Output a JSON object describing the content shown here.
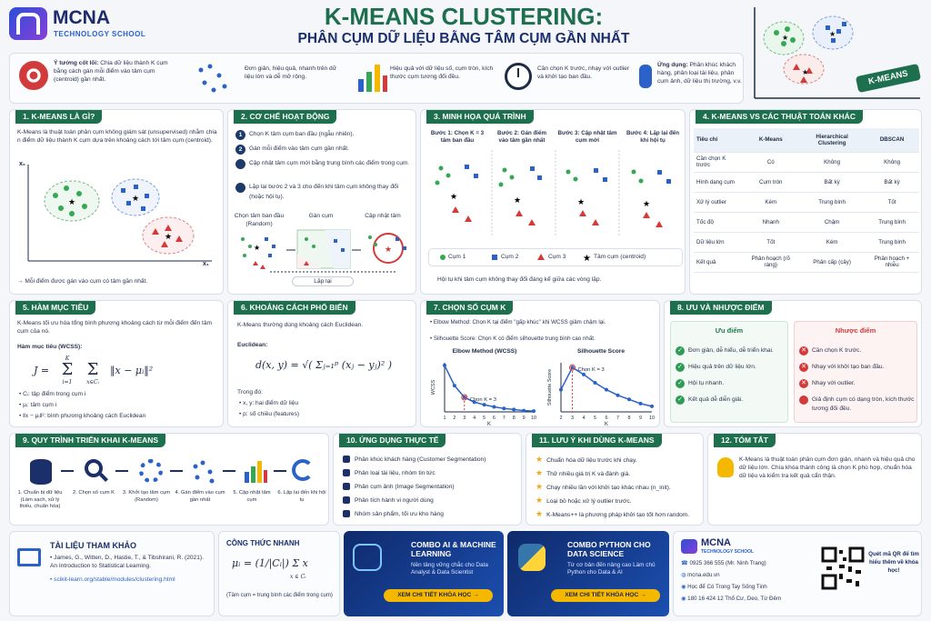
{
  "header": {
    "brand_name": "MCNA",
    "brand_sub": "TECHNOLOGY SCHOOL",
    "title": "K-MEANS CLUSTERING:",
    "subtitle": "PHÂN CỤM DỮ LIỆU BẰNG TÂM CỤM GẦN NHẤT",
    "corner_label": "K-MEANS"
  },
  "intro": [
    {
      "label": "Ý tưởng cốt lõi:",
      "text": "Chia dữ liệu thành K cụm bằng cách gán mỗi điểm vào tâm cụm (centroid) gần nhất."
    },
    {
      "label": "",
      "text": "Đơn giản, hiệu quả, nhanh trên dữ liệu lớn và dễ mở rộng."
    },
    {
      "label": "",
      "text": "Hiệu quả với dữ liệu số, cụm tròn, kích thước cụm tương đối đều."
    },
    {
      "label": "",
      "text": "Cần chọn K trước, nhạy với outlier và khởi tạo ban đầu."
    },
    {
      "label": "Ứng dụng:",
      "text": "Phân khúc khách hàng, phân loại tài liệu, phân cụm ảnh, dữ liệu thị trường, v.v."
    }
  ],
  "s1": {
    "title": "1. K-MEANS LÀ GÌ?",
    "text": "K-Means là thuật toán phân cụm không giám sát (unsupervised) nhằm chia n điểm dữ liệu thành K cụm dựa trên khoảng cách tới tâm cụm (centroid).",
    "x_axis": "x₁",
    "y_axis": "x₂",
    "note": "→  Mỗi điểm được gán vào cụm có tâm gần nhất."
  },
  "s2": {
    "title": "2. CƠ CHẾ HOẠT ĐỘNG",
    "steps": [
      "Chọn K tâm cụm ban đầu (ngẫu nhiên).",
      "Gán mỗi điểm vào tâm cụm gần nhất.",
      "Cập nhật tâm cụm mới bằng trung bình các điểm trong cụm.",
      "Lặp lại bước 2 và 3 cho đến khi tâm cụm không thay đổi (hoặc hội tụ)."
    ],
    "nums": [
      "1",
      "2",
      "3",
      "4"
    ],
    "fig_labels": [
      "Chọn tâm ban đầu (Random)",
      "Gán cụm",
      "Cập nhật tâm"
    ],
    "loop": "Lặp lại"
  },
  "s3": {
    "title": "3. MINH HỌA QUÁ TRÌNH",
    "steps": [
      "Bước 1: Chọn K = 3 tâm ban đầu",
      "Bước 2: Gán điểm vào tâm gần nhất",
      "Bước 3: Cập nhật tâm cụm mới",
      "Bước 4: Lặp lại đến khi hội tụ"
    ],
    "legend": [
      "Cụm 1",
      "Cụm 2",
      "Cụm 3",
      "Tâm cụm (centroid)"
    ],
    "note": "Hội tụ khi tâm cụm không thay đổi đáng kể giữa các vòng lặp."
  },
  "s4": {
    "title": "4. K-MEANS VS CÁC THUẬT TOÁN KHÁC",
    "headers": [
      "Tiêu chí",
      "K-Means",
      "Hierarchical Clustering",
      "DBSCAN"
    ],
    "rows": [
      [
        "Cần chọn K trước",
        "Có",
        "Không",
        "Không"
      ],
      [
        "Hình dạng cụm",
        "Cụm tròn",
        "Bất kỳ",
        "Bất kỳ"
      ],
      [
        "Xử lý outlier",
        "Kém",
        "Trung bình",
        "Tốt"
      ],
      [
        "Tốc độ",
        "Nhanh",
        "Chậm",
        "Trung bình"
      ],
      [
        "Dữ liệu lớn",
        "Tốt",
        "Kém",
        "Trung bình"
      ],
      [
        "Kết quả",
        "Phân hoạch (rõ ràng)",
        "Phân cấp (cây)",
        "Phân hoạch + nhiễu"
      ]
    ]
  },
  "s5": {
    "title": "5. HÀM MỤC TIÊU",
    "text": "K-Means tối ưu hóa tổng bình phương khoảng cách từ mỗi điểm đến tâm cụm của nó.",
    "label": "Hàm mục tiêu (WCSS):",
    "formula_lhs": "J =",
    "formula_rhs": "‖x − μᵢ‖²",
    "sum_outer_top": "K",
    "sum_outer_bot": "i=1",
    "sum_inner_bot": "x∈Cᵢ",
    "bullets": [
      "Cᵢ: tập điểm trong cụm i",
      "μᵢ: tâm cụm i",
      "‖x − μᵢ‖²: bình phương khoảng cách Euclidean"
    ]
  },
  "s6": {
    "title": "6. KHOẢNG CÁCH PHỔ BIẾN",
    "text": "K-Means thường dùng khoảng cách Euclidean.",
    "label": "Euclidean:",
    "formula": "d(x, y) = √( Σⱼ₌₁ᵖ (xⱼ − yⱼ)² )",
    "where": "Trong đó:",
    "bullets": [
      "x, y: hai điểm dữ liệu",
      "p: số chiều (features)"
    ]
  },
  "s7": {
    "title": "7. CHỌN SỐ CỤM K",
    "bullets": [
      "Elbow Method: Chọn K tại điểm \"gấp khúc\" khi WCSS giảm chậm lại.",
      "Silhouette Score: Chọn K có điểm silhouette trung bình cao nhất."
    ],
    "elbow": {
      "title": "Elbow Method (WCSS)",
      "ylabel": "WCSS",
      "xlabel": "K",
      "annot": "Chọn K = 3"
    },
    "sil": {
      "title": "Silhouette Score",
      "ylabel": "Silhouette Score",
      "xlabel": "K",
      "annot": "Chọn K = 3"
    }
  },
  "chart_data": [
    {
      "type": "line",
      "title": "Elbow Method (WCSS)",
      "xlabel": "K",
      "ylabel": "WCSS",
      "x": [
        1,
        2,
        3,
        4,
        5,
        6,
        7,
        8,
        9,
        10
      ],
      "values": [
        100,
        62,
        40,
        31,
        26,
        22,
        19,
        17,
        15,
        14
      ]
    },
    {
      "type": "line",
      "title": "Silhouette Score",
      "xlabel": "K",
      "ylabel": "Silhouette Score",
      "x": [
        2,
        3,
        4,
        5,
        6,
        7,
        8,
        9,
        10
      ],
      "values": [
        0.52,
        0.68,
        0.63,
        0.57,
        0.52,
        0.48,
        0.45,
        0.42,
        0.4
      ]
    }
  ],
  "s8": {
    "title": "8. ƯU VÀ NHƯỢC ĐIỂM",
    "pros_title": "Ưu điểm",
    "cons_title": "Nhược điểm",
    "pros": [
      "Đơn giản, dễ hiểu, dễ triển khai.",
      "Hiệu quả trên dữ liệu lớn.",
      "Hội tụ nhanh.",
      "Kết quả dễ diễn giải."
    ],
    "cons": [
      "Cần chọn K trước.",
      "Nhạy với khởi tạo ban đầu.",
      "Nhạy với outlier.",
      "Giả định cụm có dạng tròn, kích thước tương đối đều."
    ]
  },
  "s9": {
    "title": "9. QUY TRÌNH TRIỂN KHAI K-MEANS",
    "steps": [
      "1. Chuẩn bị dữ liệu (Làm sạch, xử lý thiếu, chuẩn hóa)",
      "2. Chọn số cụm K",
      "3. Khởi tạo tâm cụm (Random)",
      "4. Gán điểm vào cụm gần nhất",
      "5. Cập nhật tâm cụm",
      "6. Lặp lại đến khi hội tụ"
    ]
  },
  "s10": {
    "title": "10. ỨNG DỤNG THỰC TẾ",
    "items": [
      "Phân khúc khách hàng (Customer Segmentation)",
      "Phân loại tài liệu, nhóm tin tức",
      "Phân cụm ảnh (Image Segmentation)",
      "Phân tích hành vi người dùng",
      "Nhóm sản phẩm, tối ưu kho hàng"
    ]
  },
  "s11": {
    "title": "11. LƯU Ý KHI DÙNG K-MEANS",
    "items": [
      "Chuẩn hóa dữ liệu trước khi chạy.",
      "Thử nhiều giá trị K và đánh giá.",
      "Chạy nhiều lần với khởi tạo khác nhau (n_init).",
      "Loại bỏ hoặc xử lý outlier trước.",
      "K-Means++ là phương pháp khởi tạo tốt hơn random."
    ]
  },
  "s12": {
    "title": "12. TÓM TẮT",
    "text": "K-Means là thuật toán phân cụm đơn giản, nhanh và hiệu quả cho dữ liệu lớn. Chìa khóa thành công là chọn K phù hợp, chuẩn hóa dữ liệu và kiểm tra kết quả cẩn thận."
  },
  "refs": {
    "title": "TÀI LIỆU THAM KHẢO",
    "items": [
      "James, G., Witten, D., Hastie, T., & Tibshirani, R. (2021). An Introduction to Statistical Learning.",
      "scikit-learn.org/stable/modules/clustering.html"
    ]
  },
  "quick": {
    "title": "CÔNG THỨC NHANH",
    "formula": "μᵢ = (1/|Cᵢ|) Σ x",
    "sum_bot": "x ∈ Cᵢ",
    "note": "(Tâm cụm = trung bình các điểm trong cụm)"
  },
  "promo1": {
    "title": "COMBO AI & MACHINE LEARNING",
    "sub": "Nền tảng vững chắc cho Data Analyst & Data Scientist",
    "btn": "XEM CHI TIẾT KHÓA HỌC →"
  },
  "promo2": {
    "title": "COMBO PYTHON CHO DATA SCIENCE",
    "sub": "Từ cơ bản đến nâng cao Làm chủ Python cho Data & AI",
    "btn": "XEM CHI TIẾT KHÓA HỌC →"
  },
  "contact": {
    "brand": "MCNA",
    "brand_sub": "TECHNOLOGY SCHOOL",
    "items": [
      "0925 366 555 (Mr. Ninh Trang)",
      "mcna.edu.vn",
      "Học để Có Trong Tay Sống Tinh",
      "180 16 424 12 Thổ Cư, Deo, Từ Đêm"
    ],
    "qr": "Quét mã QR để tìm hiểu thêm về khóa học!"
  },
  "colors": {
    "green": "#1e6f4e",
    "navy": "#1b2f6b",
    "red": "#d23b3b",
    "blue": "#2a62c9",
    "accent": "#f5b800"
  }
}
